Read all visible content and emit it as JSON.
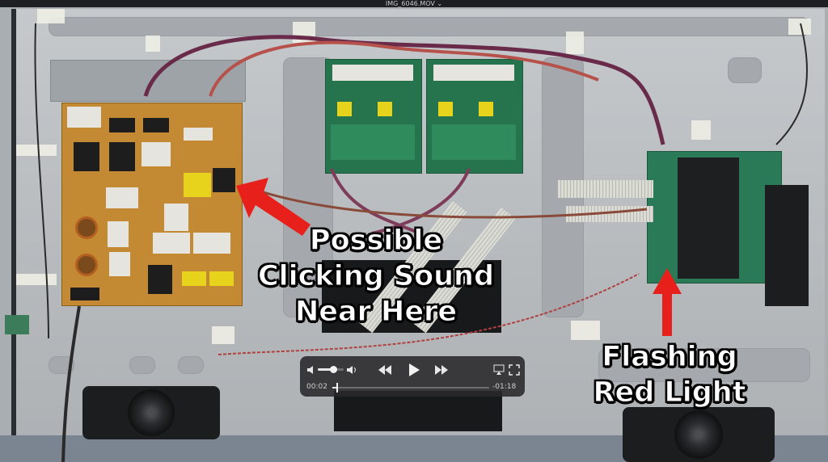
{
  "window": {
    "title": "IMG_6046.MOV",
    "title_chevron": "⌄"
  },
  "annotations": {
    "clicking": [
      "Possible",
      "Clicking Sound",
      "Near Here"
    ],
    "flashing": [
      "Flashing",
      "Red Light"
    ],
    "arrow_color": "#e8201b"
  },
  "player": {
    "current_time": "00:02",
    "remaining_time": "-01:18",
    "progress": 0.025,
    "volume": 0.6,
    "icons": [
      "volume-low-icon",
      "volume-high-icon",
      "rewind-icon",
      "play-icon",
      "fast-forward-icon",
      "airplay-icon",
      "fullscreen-icon"
    ]
  }
}
